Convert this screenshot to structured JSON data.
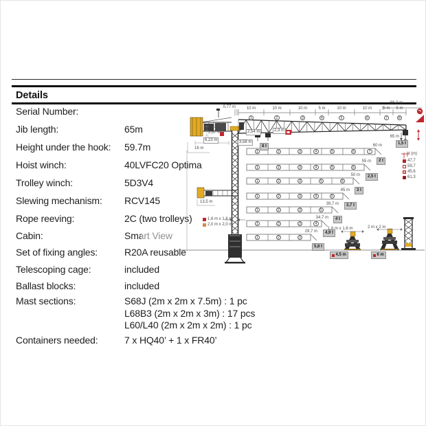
{
  "details": {
    "title": "Details",
    "rows": [
      {
        "label": "Serial Number:",
        "value": ""
      },
      {
        "label": "Jib length:",
        "value": "65m"
      },
      {
        "label": "Height under the hook:",
        "value": "59.7m"
      },
      {
        "label": "Hoist winch:",
        "value": "40LVFC20 Optima"
      },
      {
        "label": "Trolley winch:",
        "value": "5D3V4"
      },
      {
        "label": "Slewing mechanism:",
        "value": "RCV145"
      },
      {
        "label": "Rope reeving:",
        "value": "2C (two trolleys)"
      },
      {
        "label": "Cabin:",
        "value": "Smart View"
      },
      {
        "label": "Set of fixing angles:",
        "value": "R20A reusable"
      },
      {
        "label": "Telescoping cage:",
        "value": "included"
      },
      {
        "label": "Ballast blocks:",
        "value": "included"
      },
      {
        "label": "Mast sections:",
        "value_lines": [
          "S68J (2m x 2m x 7.5m) : 1 pc",
          "L68B3 (2m x 2m x 3m) : 17 pcs",
          "L60/L40 (2m x 2m x 2m) : 1 pc"
        ]
      },
      {
        "label": "Containers needed:",
        "value": "7 x HQ40’ + 1 x FR40’"
      }
    ]
  },
  "diagram": {
    "offset_label": "0,77 m",
    "total_label": "66,3 m",
    "tip_radius_label": "65 m",
    "tip_capacity": "1,5 t",
    "jib_segments": [
      {
        "no": "1",
        "label": "10 m"
      },
      {
        "no": "2",
        "label": "10 m"
      },
      {
        "no": "3",
        "label": "10 m"
      },
      {
        "no": "4",
        "label": "5 m"
      },
      {
        "no": "5",
        "label": "10 m"
      },
      {
        "no": "6",
        "label": "10 m"
      },
      {
        "no": "7",
        "label": "5 m"
      },
      {
        "no": "8",
        "label": "5 m"
      }
    ],
    "trolley": {
      "left": "2,54 m",
      "right": "2,3 m",
      "below": "3,58 m",
      "capacity": "8 t"
    },
    "counterjib": {
      "dim_a": "1,33 m",
      "dim_b": "2,37 m",
      "dim_c": "6,23 m",
      "length": "16 m",
      "short_length": "13,5 m"
    },
    "mast_options": [
      {
        "label": "1,6 m x 1,6 m"
      },
      {
        "label": "2,0 m x 2,0 m"
      }
    ],
    "variants": [
      {
        "length": "60 m",
        "tip_load": "2 t",
        "sections": [
          "1",
          "2",
          "3",
          "4",
          "5",
          "6",
          "7"
        ]
      },
      {
        "length": "55 m",
        "tip_load": "2,5 t",
        "sections": [
          "1",
          "2",
          "3",
          "4",
          "5",
          "6"
        ]
      },
      {
        "length": "50 m",
        "tip_load": "3 t",
        "sections": [
          "1",
          "2",
          "3",
          "5",
          "6"
        ]
      },
      {
        "length": "45 m",
        "tip_load": "3,7 t",
        "sections": [
          "1",
          "2",
          "3",
          "4",
          "5"
        ]
      },
      {
        "length": "39,7 m",
        "tip_load": "4 t",
        "sections": [
          "1",
          "2",
          "3",
          "5"
        ]
      },
      {
        "length": "34,7 m",
        "tip_load": "4,9 t",
        "sections": [
          "1",
          "2",
          "3",
          "4"
        ]
      },
      {
        "length": "29,7 m",
        "tip_load": "5,8 t",
        "sections": [
          "1",
          "2",
          "3"
        ]
      }
    ],
    "hook_legend": {
      "title": "H (m)",
      "values": [
        "47,7",
        "59,7",
        "45,6",
        "61,3"
      ]
    },
    "bases": [
      {
        "cross": "1,6 m x 1,6 m",
        "width": "4,5 m"
      },
      {
        "cross": "2 m x 2 m",
        "width": "6 m"
      }
    ],
    "colors": {
      "yellow": "#e2aa25",
      "red": "#c0272d",
      "dark": "#2b2b2b",
      "box_gray": "#c7c7c7"
    }
  }
}
